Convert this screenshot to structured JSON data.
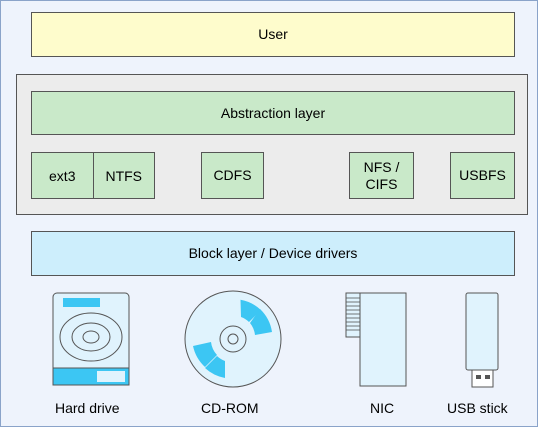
{
  "layers": {
    "user": "User",
    "abstraction": "Abstraction layer",
    "block": "Block layer / Device drivers"
  },
  "filesystems": {
    "ext3": "ext3",
    "ntfs": "NTFS",
    "cdfs": "CDFS",
    "nfs_line1": "NFS /",
    "nfs_line2": "CIFS",
    "usbfs": "USBFS"
  },
  "devices": {
    "hard_drive": "Hard drive",
    "cd_rom": "CD-ROM",
    "nic": "NIC",
    "usb_stick": "USB stick"
  },
  "colors": {
    "user_fill": "#fefccc",
    "abstraction_fill": "#c9e9c9",
    "block_fill": "#cdeefc",
    "group_fill": "#ececec",
    "device_fill": "#e0f3fd",
    "device_accent": "#3cc6f3"
  }
}
